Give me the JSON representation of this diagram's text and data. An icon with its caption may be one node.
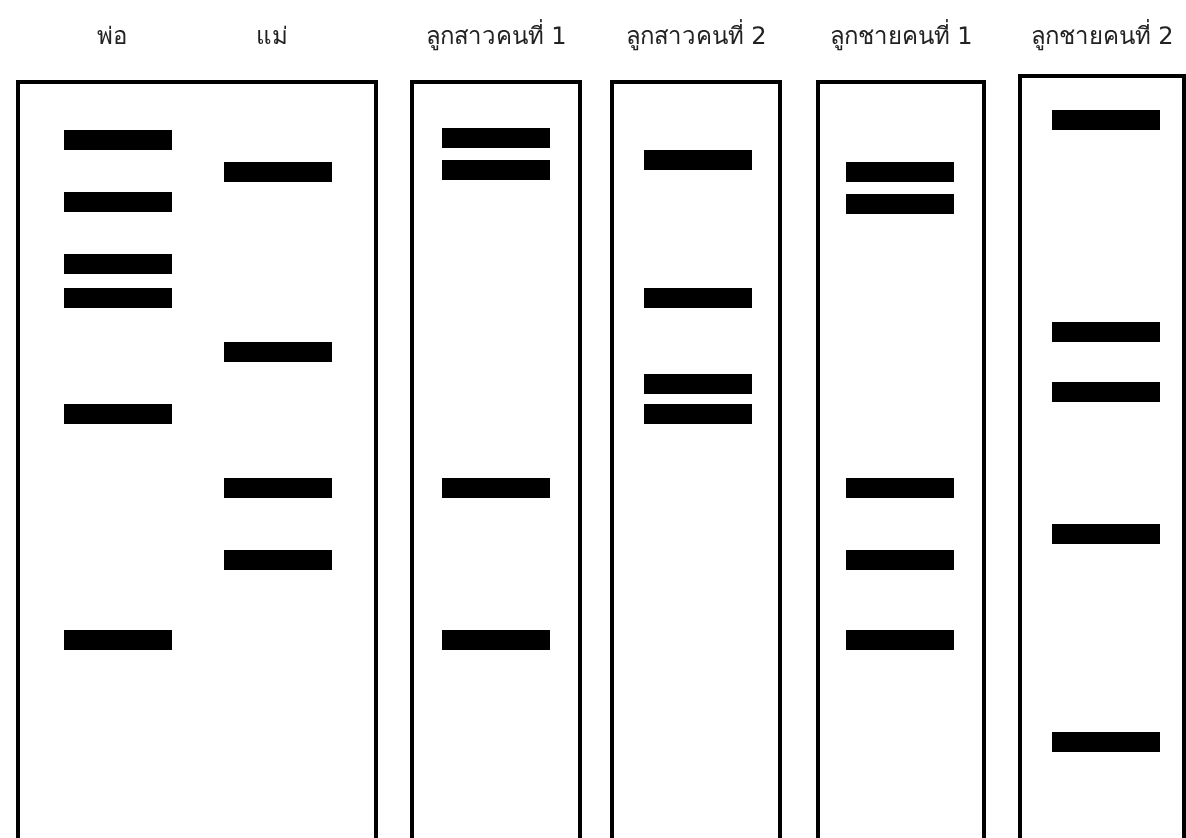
{
  "diagram": {
    "nodes": [
      {
        "text": [
          "พ่อ",
          "แม่"
        ]
      },
      {
        "text": [
          "ลูกสาวคนที่ 1"
        ]
      },
      {
        "text": [
          "ลูกสาวคนที่ 2"
        ]
      },
      {
        "text": [
          "ลูกชายคนที่ 1"
        ]
      },
      {
        "text": [
          "ลูกชายคนที่ 2"
        ]
      }
    ]
  }
}
